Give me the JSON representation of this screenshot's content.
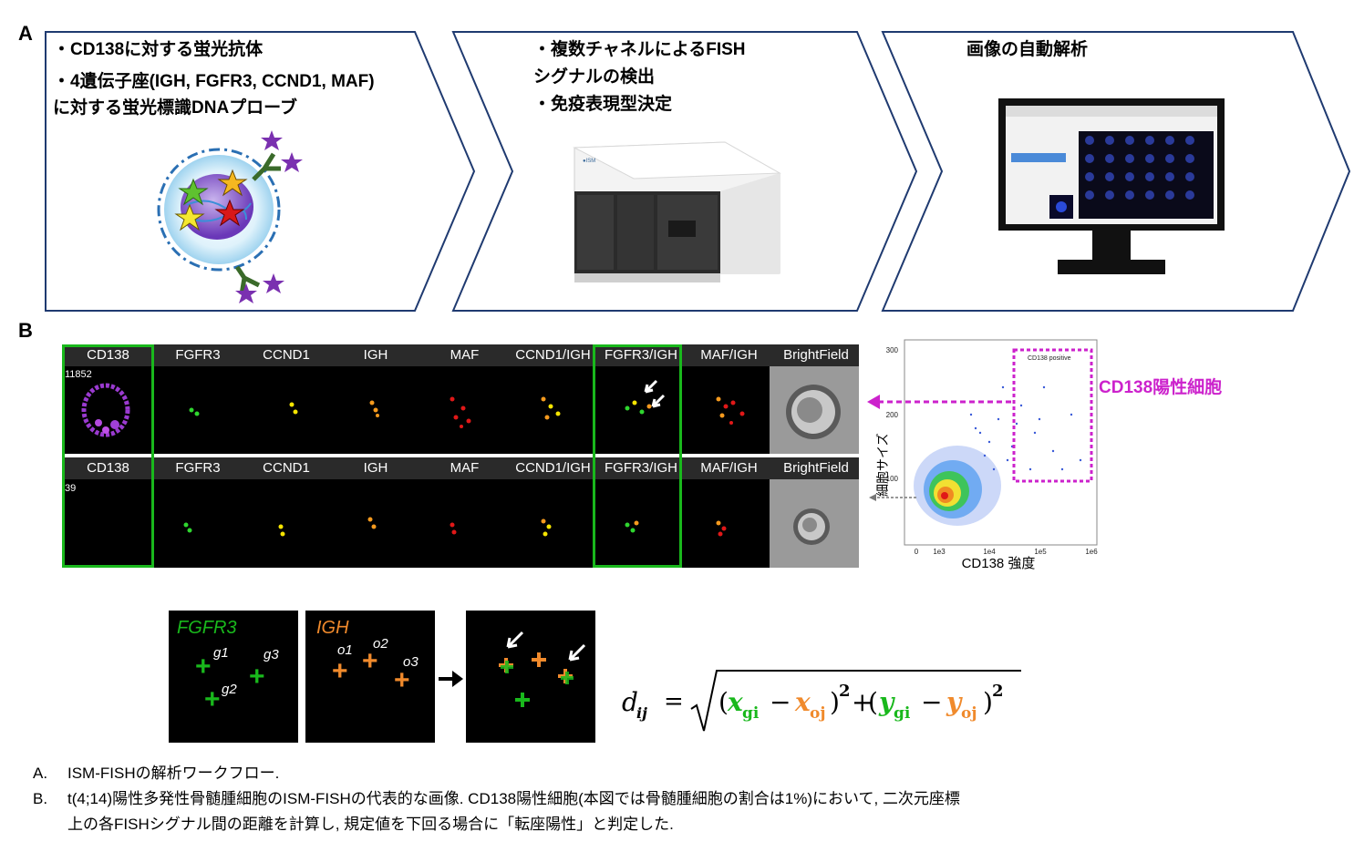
{
  "panel_a": {
    "letter": "A",
    "step1": {
      "lines": [
        "・CD138に対する蛍光抗体",
        "・4遺伝子座(IGH, FGFR3, CCND1, MAF)",
        "に対する蛍光標識DNAプローブ"
      ]
    },
    "step2": {
      "lines": [
        "・複数チャネルによるFISH",
        "シグナルの検出",
        "・免疫表現型決定"
      ]
    },
    "step3": {
      "title": "画像の自動解析"
    }
  },
  "panel_b": {
    "letter": "B",
    "channels": [
      "CD138",
      "FGFR3",
      "CCND1",
      "IGH",
      "MAF",
      "CCND1/IGH",
      "FGFR3/IGH",
      "MAF/IGH",
      "BrightField"
    ],
    "row1_cell_number": "11852",
    "row2_cell_number": "39",
    "scatter": {
      "gate_label": "CD138 positive",
      "annotation": "CD138陽性細胞",
      "ylabel": "細胞サイズ",
      "xlabel": "CD138 強度",
      "yticks": [
        "300",
        "200",
        "100"
      ],
      "xticks": [
        "0",
        "1e3",
        "1e4",
        "1e5",
        "1e6"
      ]
    }
  },
  "fish_diagram": {
    "fgfr3": {
      "title": "FGFR3",
      "labels": [
        "g1",
        "g2",
        "g3"
      ]
    },
    "igh": {
      "title": "IGH",
      "labels": [
        "o1",
        "o2",
        "o3"
      ]
    },
    "equation": {
      "lhs": "d",
      "lhs_sub": "ij",
      "eq": "=",
      "x_g": "x",
      "x_g_sub": "gi",
      "x_o": "x",
      "x_o_sub": "oj",
      "y_g": "y",
      "y_g_sub": "gi",
      "y_o": "y",
      "y_o_sub": "oj",
      "exp": "2",
      "minus": "−",
      "plus": "+"
    }
  },
  "captions": {
    "a_label": "A.",
    "a_text": "ISM-FISHの解析ワークフロー.",
    "b_label": "B.",
    "b_line1": "t(4;14)陽性多発性骨髄腫細胞のISM-FISHの代表的な画像. CD138陽性細胞(本図では骨髄腫細胞の割合は1%)において, 二次元座標",
    "b_line2": "上の各FISHシグナル間の距離を計算し, 規定値を下回る場合に「転座陽性」と判定した."
  },
  "colors": {
    "green": "#19b81c",
    "orange": "#f08a2c",
    "magenta": "#cc22cc",
    "chevron_border": "#1f3a70",
    "signal_green": "#2fd62f",
    "signal_yellow": "#f5e400",
    "signal_orange": "#f59a1e",
    "signal_red": "#e01818",
    "cd138_purple": "#9a3ad0"
  }
}
